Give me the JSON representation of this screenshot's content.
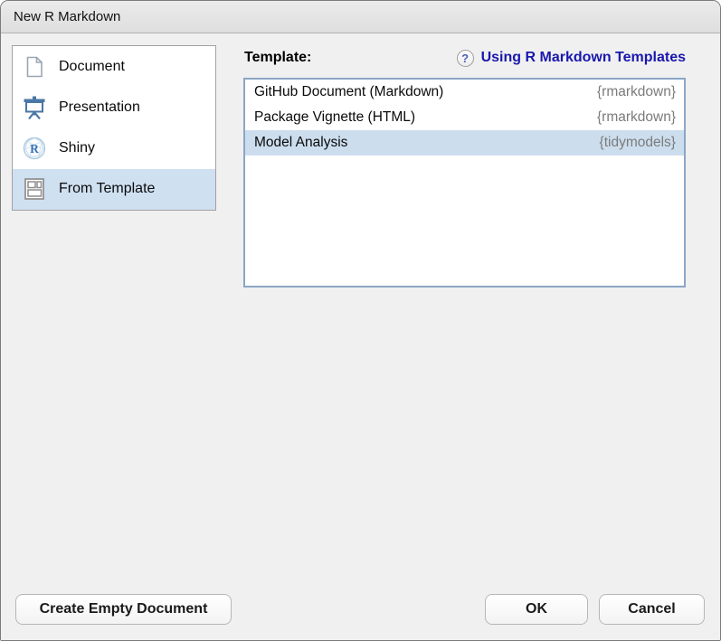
{
  "window": {
    "title": "New R Markdown"
  },
  "sidebar": {
    "items": [
      {
        "label": "Document",
        "icon": "document-icon",
        "selected": false
      },
      {
        "label": "Presentation",
        "icon": "presentation-icon",
        "selected": false
      },
      {
        "label": "Shiny",
        "icon": "shiny-icon",
        "selected": false
      },
      {
        "label": "From Template",
        "icon": "from-template-icon",
        "selected": true
      }
    ]
  },
  "template_panel": {
    "label": "Template:",
    "help_icon": "?",
    "link_label": "Using R Markdown Templates",
    "list": [
      {
        "name": "GitHub Document (Markdown)",
        "package": "{rmarkdown}",
        "selected": false
      },
      {
        "name": "Package Vignette (HTML)",
        "package": "{rmarkdown}",
        "selected": false
      },
      {
        "name": "Model Analysis",
        "package": "{tidymodels}",
        "selected": true
      }
    ]
  },
  "footer": {
    "create_empty_label": "Create Empty Document",
    "ok_label": "OK",
    "cancel_label": "Cancel"
  },
  "colors": {
    "selection_bg": "#cfe0f1",
    "list_selection_bg": "#ccdeee",
    "link_blue": "#1a18ac",
    "list_border": "#8ba6c6",
    "dialog_bg": "#f0f0f0",
    "package_text": "#7b7b7b"
  }
}
